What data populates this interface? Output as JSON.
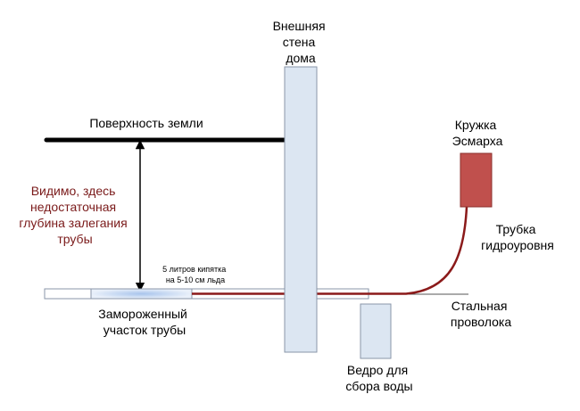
{
  "labels": {
    "wall": [
      "Внешняя",
      "стена",
      "дома"
    ],
    "ground": "Поверхность земли",
    "depth": [
      "Видимо, здесь",
      "недостаточная",
      "глубина залегания",
      "трубы"
    ],
    "mug": [
      "Кружка",
      "Эсмарха"
    ],
    "level_tube": [
      "Трубка",
      "гидроуровня"
    ],
    "boiling": [
      "5 литров кипятка",
      "на 5-10 см льда"
    ],
    "wire": [
      "Стальная",
      "проволока"
    ],
    "frozen": [
      "Замороженный",
      "участок трубы"
    ],
    "bucket": [
      "Ведро для",
      "сбора воды"
    ]
  },
  "colors": {
    "wall_fill": "#dce6f2",
    "outline": "#8a96a8",
    "mug_fill": "#c0504d",
    "mug_stroke": "#8b2f2c",
    "tube": "#8b1a1a",
    "depth_text": "#7a1a1a",
    "ice": "#a8c4ec"
  }
}
